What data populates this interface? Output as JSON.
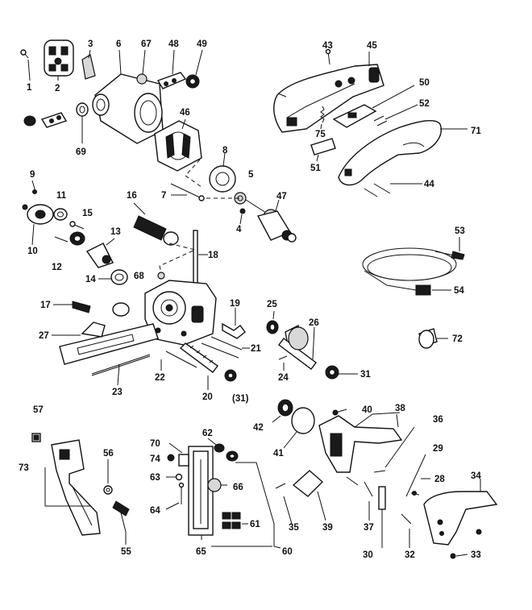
{
  "callouts": [
    {
      "id": "c1",
      "text": "1"
    },
    {
      "id": "c2",
      "text": "2"
    },
    {
      "id": "c3",
      "text": "3"
    },
    {
      "id": "c6",
      "text": "6"
    },
    {
      "id": "c67",
      "text": "67"
    },
    {
      "id": "c48",
      "text": "48"
    },
    {
      "id": "c49",
      "text": "49"
    },
    {
      "id": "c46",
      "text": "46"
    },
    {
      "id": "c69",
      "text": "69"
    },
    {
      "id": "c8",
      "text": "8"
    },
    {
      "id": "c5",
      "text": "5"
    },
    {
      "id": "c7",
      "text": "7"
    },
    {
      "id": "c47",
      "text": "47"
    },
    {
      "id": "c4",
      "text": "4"
    },
    {
      "id": "c9",
      "text": "9"
    },
    {
      "id": "c11",
      "text": "11"
    },
    {
      "id": "c15",
      "text": "15"
    },
    {
      "id": "c10",
      "text": "10"
    },
    {
      "id": "c12",
      "text": "12"
    },
    {
      "id": "c16",
      "text": "16"
    },
    {
      "id": "c13",
      "text": "13"
    },
    {
      "id": "c18",
      "text": "18"
    },
    {
      "id": "c14",
      "text": "14"
    },
    {
      "id": "c68",
      "text": "68"
    },
    {
      "id": "c17",
      "text": "17"
    },
    {
      "id": "c19",
      "text": "19"
    },
    {
      "id": "c27",
      "text": "27"
    },
    {
      "id": "c21",
      "text": "21"
    },
    {
      "id": "c22",
      "text": "22"
    },
    {
      "id": "c20",
      "text": "20"
    },
    {
      "id": "c31p",
      "text": "(31)"
    },
    {
      "id": "c23",
      "text": "23"
    },
    {
      "id": "c25",
      "text": "25"
    },
    {
      "id": "c26",
      "text": "26"
    },
    {
      "id": "c24",
      "text": "24"
    },
    {
      "id": "c31",
      "text": "31"
    },
    {
      "id": "c43",
      "text": "43"
    },
    {
      "id": "c45",
      "text": "45"
    },
    {
      "id": "c50",
      "text": "50"
    },
    {
      "id": "c52",
      "text": "52"
    },
    {
      "id": "c75",
      "text": "75"
    },
    {
      "id": "c71",
      "text": "71"
    },
    {
      "id": "c51",
      "text": "51"
    },
    {
      "id": "c44",
      "text": "44"
    },
    {
      "id": "c53",
      "text": "53"
    },
    {
      "id": "c54",
      "text": "54"
    },
    {
      "id": "c72",
      "text": "72"
    },
    {
      "id": "c40",
      "text": "40"
    },
    {
      "id": "c38",
      "text": "38"
    },
    {
      "id": "c42",
      "text": "42"
    },
    {
      "id": "c36",
      "text": "36"
    },
    {
      "id": "c41",
      "text": "41"
    },
    {
      "id": "c29",
      "text": "29"
    },
    {
      "id": "c28",
      "text": "28"
    },
    {
      "id": "c34",
      "text": "34"
    },
    {
      "id": "c35",
      "text": "35"
    },
    {
      "id": "c39",
      "text": "39"
    },
    {
      "id": "c37",
      "text": "37"
    },
    {
      "id": "c30",
      "text": "30"
    },
    {
      "id": "c32",
      "text": "32"
    },
    {
      "id": "c33",
      "text": "33"
    },
    {
      "id": "c57",
      "text": "57"
    },
    {
      "id": "c73",
      "text": "73"
    },
    {
      "id": "c56",
      "text": "56"
    },
    {
      "id": "c55",
      "text": "55"
    },
    {
      "id": "c70",
      "text": "70"
    },
    {
      "id": "c74",
      "text": "74"
    },
    {
      "id": "c63",
      "text": "63"
    },
    {
      "id": "c64",
      "text": "64"
    },
    {
      "id": "c62",
      "text": "62"
    },
    {
      "id": "c66",
      "text": "66"
    },
    {
      "id": "c61",
      "text": "61"
    },
    {
      "id": "c65",
      "text": "65"
    },
    {
      "id": "c60",
      "text": "60"
    }
  ]
}
